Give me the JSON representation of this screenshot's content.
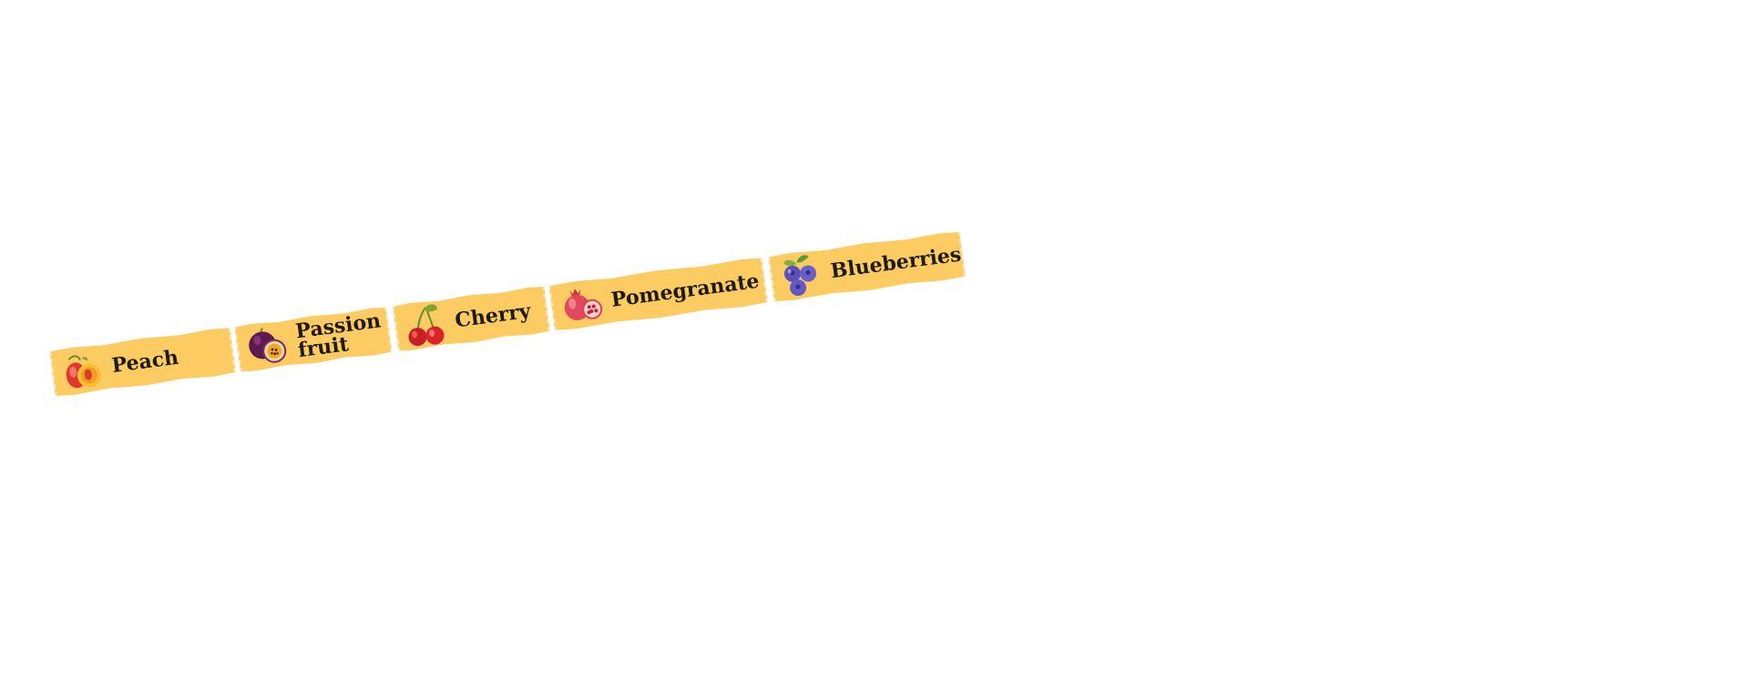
{
  "tags": [
    {
      "label": "Peach",
      "icon": "peach-icon"
    },
    {
      "label": "Passion fruit",
      "icon": "passion-fruit-icon"
    },
    {
      "label": "Cherry",
      "icon": "cherry-icon"
    },
    {
      "label": "Pomegranate",
      "icon": "pomegranate-icon"
    },
    {
      "label": "Blueberries",
      "icon": "blueberries-icon"
    }
  ],
  "colors": {
    "tag_background": "#fccc63",
    "text": "#1f1a14"
  }
}
